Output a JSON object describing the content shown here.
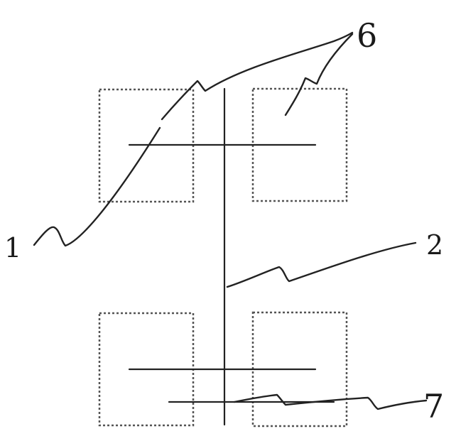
{
  "diagram": {
    "labels": [
      {
        "id": "label-1",
        "text": "1"
      },
      {
        "id": "label-2",
        "text": "2"
      },
      {
        "id": "label-6",
        "text": "6"
      },
      {
        "id": "label-7",
        "text": "7"
      }
    ]
  }
}
